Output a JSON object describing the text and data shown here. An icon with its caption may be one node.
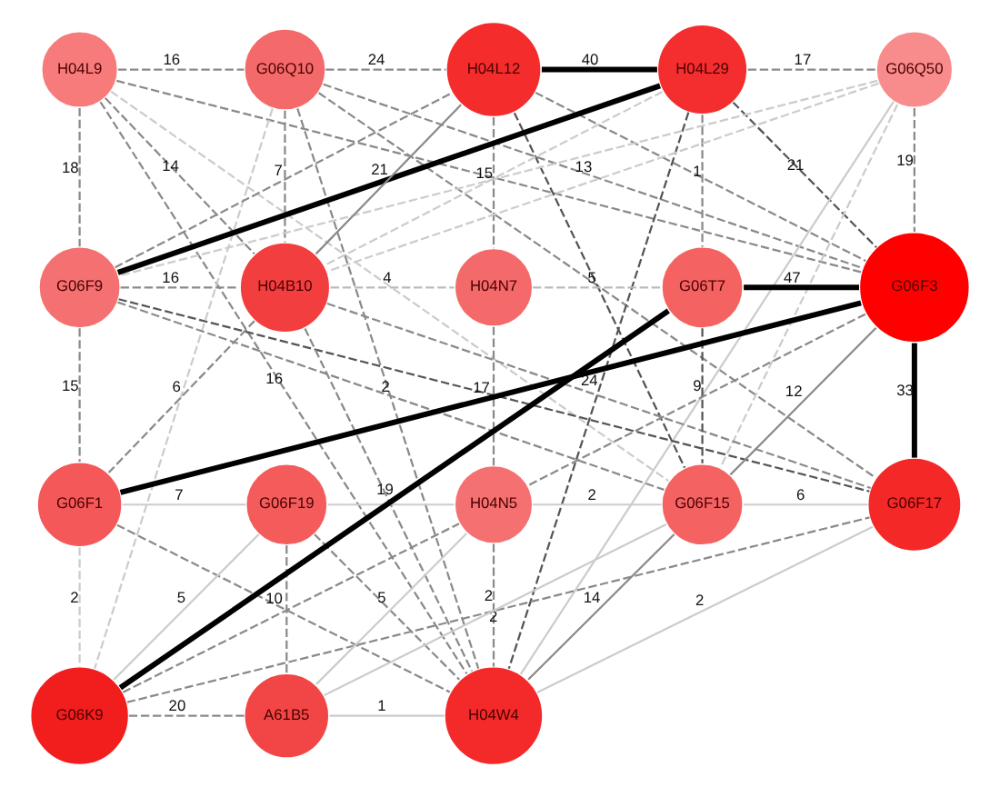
{
  "diagram": {
    "nodes": [
      {
        "text": [
          "H04L9"
        ]
      },
      {
        "text": [
          "G06Q10"
        ]
      },
      {
        "text": [
          "H04L12"
        ]
      },
      {
        "text": [
          "H04L29"
        ]
      },
      {
        "text": [
          "G06Q50"
        ]
      },
      {
        "text": [
          "G06F9"
        ]
      },
      {
        "text": [
          "H04B10"
        ]
      },
      {
        "text": [
          "H04N7"
        ]
      },
      {
        "text": [
          "G06T7"
        ]
      },
      {
        "text": [
          "G06F3"
        ]
      },
      {
        "text": [
          "G06F1"
        ]
      },
      {
        "text": [
          "G06F19"
        ]
      },
      {
        "text": [
          "H04N5"
        ]
      },
      {
        "text": [
          "G06F15"
        ]
      },
      {
        "text": [
          "G06F17"
        ]
      },
      {
        "text": [
          "G06K9"
        ]
      },
      {
        "text": [
          "A61B5"
        ]
      },
      {
        "text": [
          "H04W4"
        ]
      }
    ],
    "edges": [
      {
        "from": 0,
        "to": 1,
        "arrow": "none",
        "label": "16",
        "style": "dashed"
      },
      {
        "from": 1,
        "to": 2,
        "arrow": "none",
        "label": "24",
        "style": "dashed"
      },
      {
        "from": 2,
        "to": 3,
        "arrow": "none",
        "label": "40",
        "style": "thick",
        "color": "#000000"
      },
      {
        "from": 3,
        "to": 4,
        "arrow": "none",
        "label": "17",
        "style": "dashed"
      },
      {
        "from": 0,
        "to": 5,
        "arrow": "none",
        "label": "18",
        "style": "dashed"
      },
      {
        "from": 4,
        "to": 9,
        "arrow": "none",
        "label": "19",
        "style": "dashed"
      },
      {
        "from": 0,
        "to": 6,
        "arrow": "none",
        "label": "14",
        "style": "dashed"
      },
      {
        "from": 5,
        "to": 2,
        "arrow": "none",
        "label": "7",
        "style": "dashed"
      },
      {
        "from": 5,
        "to": 3,
        "arrow": "none",
        "label": "21",
        "style": "thick",
        "color": "#000000"
      },
      {
        "from": 2,
        "to": 7,
        "arrow": "none",
        "label": "15",
        "style": "dashed"
      },
      {
        "from": 1,
        "to": 9,
        "arrow": "none",
        "label": "13",
        "style": "dashed"
      },
      {
        "from": 3,
        "to": 8,
        "arrow": "none",
        "label": "1",
        "style": "dashed"
      },
      {
        "from": 3,
        "to": 9,
        "arrow": "none",
        "label": "21",
        "style": "dashed",
        "color": "#555555"
      },
      {
        "from": 5,
        "to": 6,
        "arrow": "none",
        "label": "16",
        "style": "dashed"
      },
      {
        "from": 6,
        "to": 7,
        "arrow": "none",
        "label": "4",
        "style": "dashed",
        "color": "#bbbbbb"
      },
      {
        "from": 7,
        "to": 8,
        "arrow": "none",
        "label": "5",
        "style": "dashed",
        "color": "#bbbbbb"
      },
      {
        "from": 8,
        "to": 9,
        "arrow": "none",
        "label": "47",
        "style": "thick",
        "color": "#000000"
      },
      {
        "from": 5,
        "to": 10,
        "arrow": "none",
        "label": "15",
        "style": "dashed"
      },
      {
        "from": 0,
        "to": 17,
        "arrow": "none",
        "label": "16",
        "style": "dashed"
      },
      {
        "from": 10,
        "to": 6,
        "arrow": "none",
        "label": "6",
        "style": "dashed"
      },
      {
        "from": 5,
        "to": 13,
        "arrow": "none",
        "label": "2",
        "style": "dashed"
      },
      {
        "from": 10,
        "to": 9,
        "arrow": "none",
        "label": "17",
        "style": "thick",
        "color": "#000000"
      },
      {
        "from": 3,
        "to": 17,
        "arrow": "none",
        "label": "24",
        "style": "dashed",
        "color": "#555555"
      },
      {
        "from": 8,
        "to": 13,
        "arrow": "none",
        "label": "9",
        "style": "dashed",
        "color": "#555555"
      },
      {
        "from": 9,
        "to": 13,
        "arrow": "none",
        "label": "12"
      },
      {
        "from": 9,
        "to": 14,
        "arrow": "none",
        "label": "33",
        "style": "thick",
        "color": "#000000"
      },
      {
        "from": 10,
        "to": 11,
        "arrow": "none",
        "label": "7",
        "color": "#cccccc"
      },
      {
        "from": 11,
        "to": 12,
        "arrow": "none",
        "color": "#cccccc"
      },
      {
        "from": 12,
        "to": 13,
        "arrow": "none",
        "label": "2",
        "color": "#cccccc"
      },
      {
        "from": 13,
        "to": 14,
        "arrow": "none",
        "label": "6",
        "color": "#cccccc"
      },
      {
        "from": 10,
        "to": 15,
        "arrow": "none",
        "label": "2",
        "style": "dashed",
        "color": "#cccccc"
      },
      {
        "from": 15,
        "to": 11,
        "arrow": "none",
        "label": "5",
        "color": "#cccccc"
      },
      {
        "from": 10,
        "to": 17,
        "arrow": "none",
        "label": "10",
        "style": "dashed"
      },
      {
        "from": 11,
        "to": 17,
        "arrow": "none",
        "label": "5",
        "style": "dashed"
      },
      {
        "from": 15,
        "to": 14,
        "arrow": "none",
        "label": "2",
        "style": "dashed"
      },
      {
        "from": 12,
        "to": 17,
        "arrow": "none",
        "label": "2",
        "style": "dashed"
      },
      {
        "from": 13,
        "to": 17,
        "arrow": "none",
        "label": "14"
      },
      {
        "from": 14,
        "to": 17,
        "arrow": "none",
        "label": "2",
        "color": "#cccccc"
      },
      {
        "from": 15,
        "to": 8,
        "arrow": "none",
        "label": "19",
        "style": "thick",
        "color": "#000000"
      },
      {
        "from": 15,
        "to": 16,
        "arrow": "none",
        "label": "20",
        "style": "dashed"
      },
      {
        "from": 16,
        "to": 17,
        "arrow": "none",
        "label": "1",
        "color": "#cccccc"
      },
      {
        "from": 6,
        "to": 2,
        "arrow": "none"
      },
      {
        "from": 2,
        "to": 13,
        "arrow": "none",
        "style": "dashed",
        "color": "#555555"
      },
      {
        "from": 5,
        "to": 14,
        "arrow": "none",
        "style": "dashed",
        "color": "#555555"
      },
      {
        "from": 1,
        "to": 14,
        "arrow": "none",
        "style": "dashed"
      },
      {
        "from": 0,
        "to": 9,
        "arrow": "none",
        "style": "dashed"
      },
      {
        "from": 0,
        "to": 13,
        "arrow": "none",
        "style": "dashed",
        "color": "#cccccc"
      },
      {
        "from": 1,
        "to": 6,
        "arrow": "none",
        "style": "dashed"
      },
      {
        "from": 1,
        "to": 17,
        "arrow": "none",
        "style": "dashed"
      },
      {
        "from": 4,
        "to": 5,
        "arrow": "none",
        "style": "dashed",
        "color": "#cccccc"
      },
      {
        "from": 4,
        "to": 6,
        "arrow": "none",
        "style": "dashed",
        "color": "#cccccc"
      },
      {
        "from": 4,
        "to": 13,
        "arrow": "none",
        "style": "dashed",
        "color": "#cccccc"
      },
      {
        "from": 4,
        "to": 17,
        "arrow": "none",
        "color": "#cccccc"
      },
      {
        "from": 9,
        "to": 12,
        "arrow": "none",
        "style": "dashed"
      },
      {
        "from": 6,
        "to": 17,
        "arrow": "none",
        "style": "dashed"
      },
      {
        "from": 6,
        "to": 14,
        "arrow": "none",
        "style": "dashed"
      },
      {
        "from": 11,
        "to": 16,
        "arrow": "none",
        "style": "dashed"
      },
      {
        "from": 16,
        "to": 12,
        "arrow": "none",
        "color": "#cccccc"
      },
      {
        "from": 16,
        "to": 13,
        "arrow": "none",
        "color": "#cccccc"
      },
      {
        "from": 15,
        "to": 12,
        "arrow": "none",
        "style": "dashed"
      },
      {
        "from": 7,
        "to": 12,
        "arrow": "none",
        "style": "dashed"
      },
      {
        "from": 2,
        "to": 9,
        "arrow": "none",
        "style": "dashed"
      },
      {
        "from": 3,
        "to": 6,
        "arrow": "none",
        "style": "dashed",
        "color": "#cccccc"
      },
      {
        "from": 1,
        "to": 15,
        "arrow": "none",
        "style": "dashed",
        "color": "#cccccc"
      }
    ]
  }
}
